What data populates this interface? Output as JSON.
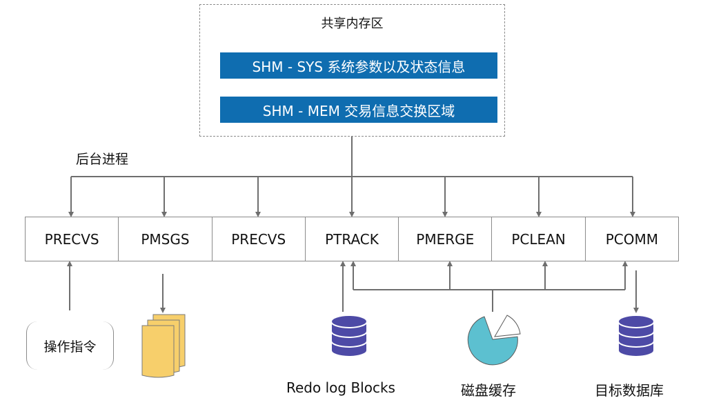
{
  "shared_memory": {
    "title": "共享内存区",
    "sys_bar": "SHM - SYS 系统参数以及状态信息",
    "mem_bar": "SHM - MEM 交易信息交换区域"
  },
  "background_label": "后台进程",
  "processes": [
    "PRECVS",
    "PMSGS",
    "PRECVS",
    "PTRACK",
    "PMERGE",
    "PCLEAN",
    "PCOMM"
  ],
  "bottom": {
    "operation": "操作指令",
    "redo": "Redo log Blocks",
    "cache": "磁盘缓存",
    "target_db": "目标数据库"
  },
  "colors": {
    "bar_blue": "#0f6db0",
    "doc_yellow": "#f7cf6b",
    "db_purple": "#4d4aa6",
    "cache_teal": "#5cc0d0",
    "line_gray": "#6e6e6e"
  },
  "icons": {
    "document": "document-stack-icon",
    "database": "database-icon",
    "cache": "pie-chart-icon"
  }
}
